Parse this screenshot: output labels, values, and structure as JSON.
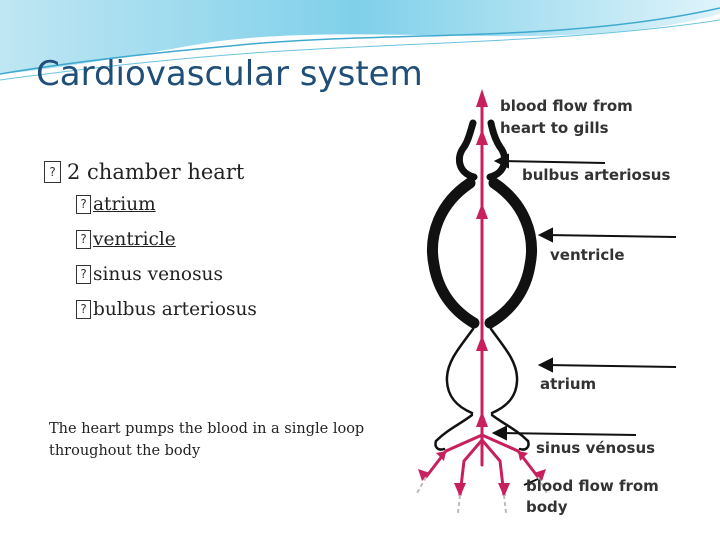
{
  "slide": {
    "title": "Cardiovascular system",
    "bullets": [
      {
        "glyph": "?",
        "text": "2 chamber heart"
      }
    ],
    "sub_bullets": [
      {
        "glyph": "?",
        "text": "atrium",
        "link": true
      },
      {
        "glyph": "?",
        "text": "ventricle",
        "link": true
      },
      {
        "glyph": "?",
        "text": "sinus venosus",
        "link": false
      },
      {
        "glyph": "?",
        "text": "bulbus arteriosus",
        "link": false
      }
    ],
    "caption": "The heart pumps the blood in a single loop throughout the body"
  },
  "diagram": {
    "labels": {
      "flow_to_gills_1": "blood flow from",
      "flow_to_gills_2": "heart to gills",
      "bulbus": "bulbus arteriosus",
      "ventricle": "ventricle",
      "atrium": "atrium",
      "sinus": "sinus vénosus",
      "flow_from_body_1": "blood flow from",
      "flow_from_body_2": "body"
    },
    "colors": {
      "blood": "#c8205e",
      "outline": "#111111",
      "accent_wave": "#6cc3e0"
    }
  }
}
